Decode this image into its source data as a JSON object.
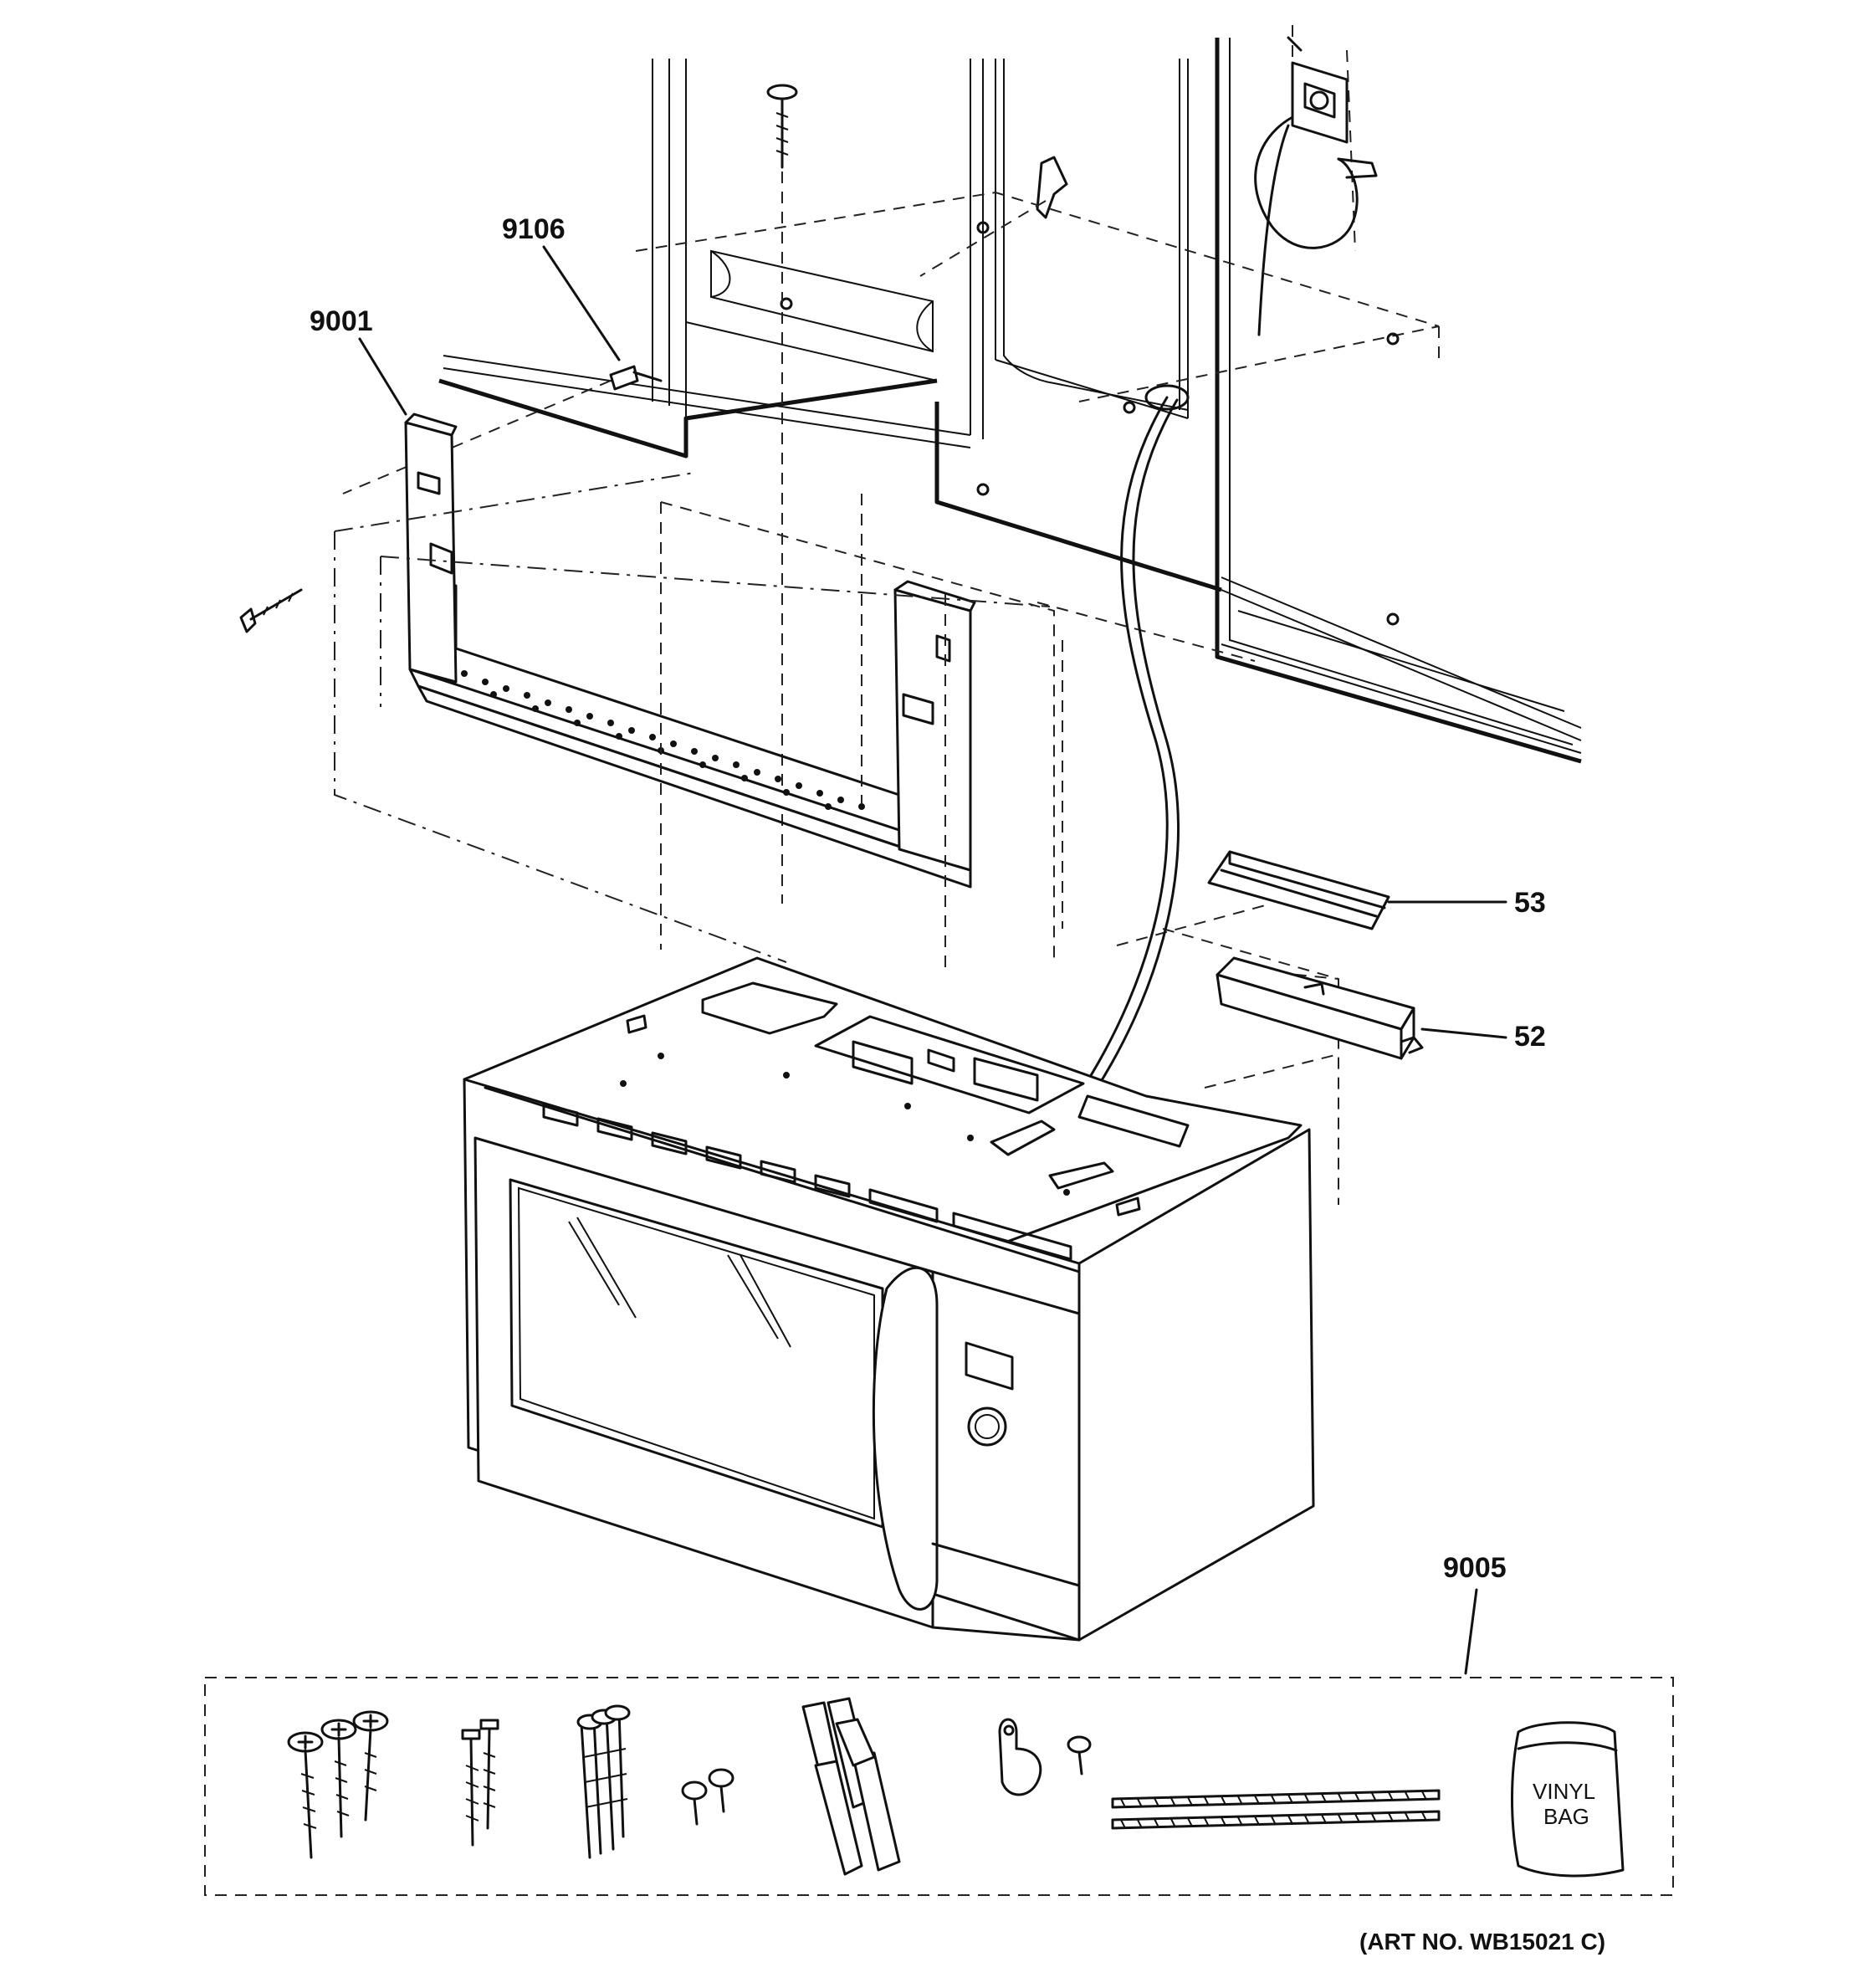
{
  "callouts": {
    "p9106": "9106",
    "p9001": "9001",
    "p53": "53",
    "p52": "52",
    "p9005": "9005"
  },
  "kit": {
    "bag_line1": "VINYL",
    "bag_line2": "BAG"
  },
  "art_number": "(ART NO. WB15021 C)"
}
